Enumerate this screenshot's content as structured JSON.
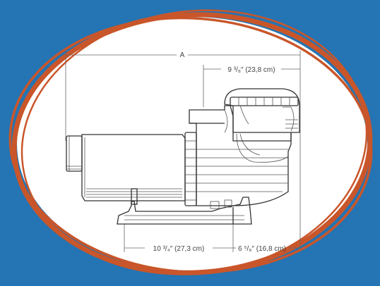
{
  "colors": {
    "background": "#2574b3",
    "ring": "#c9562a",
    "panel": "#ffffff",
    "drawing": "#333333"
  },
  "dimensions": {
    "overall_label": "A",
    "top_label": "9 ³/₈″ (23,8 cm)",
    "bottom_left_label": "10 ³/₄″ (27,3 cm)",
    "bottom_right_label": "6 ⁵/₈″ (16,8 cm)"
  }
}
